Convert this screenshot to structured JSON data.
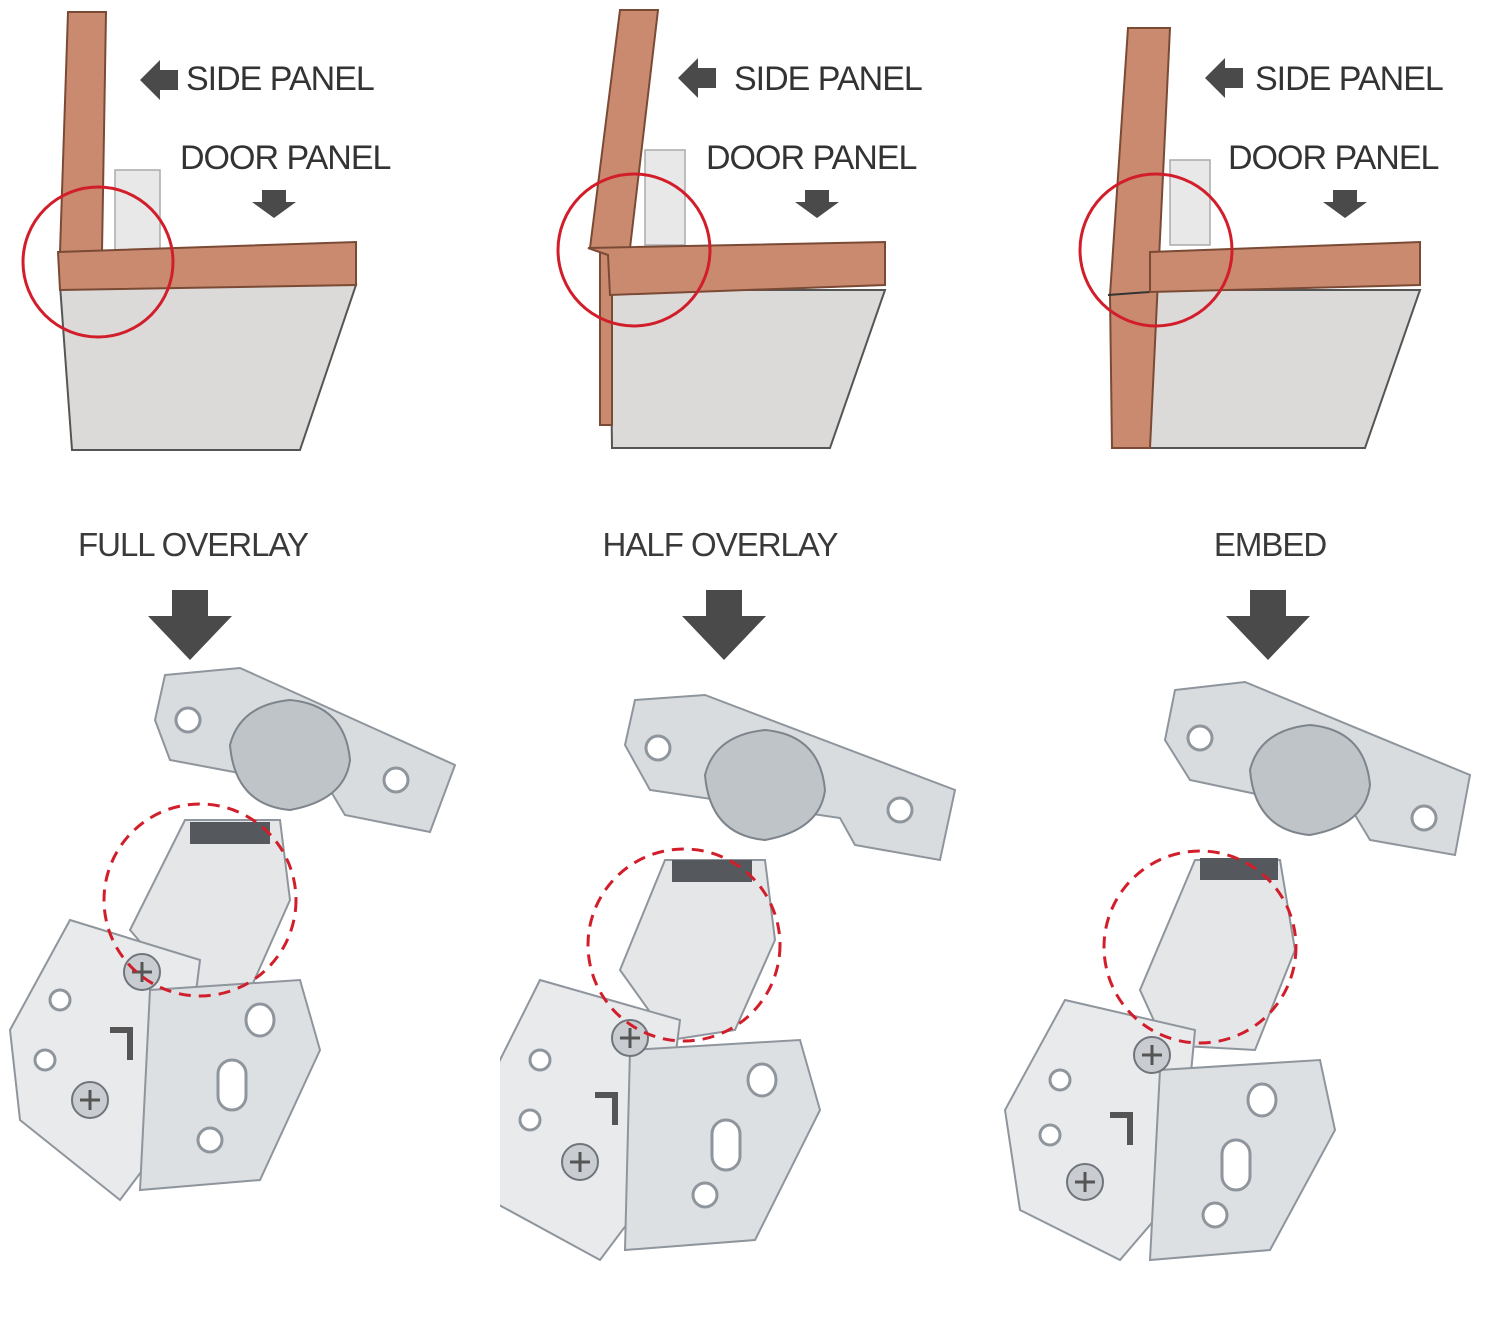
{
  "colors": {
    "wood": "#C98A70",
    "wood_edge": "#7a4a35",
    "panel_face": "#DCDAD8",
    "circle": "#D21E2A",
    "arrow": "#4a4a4a",
    "steel": "#D9DCDF",
    "steel_dark": "#8E959C"
  },
  "panels": [
    {
      "id": "full-overlay",
      "side_label": "SIDE PANEL",
      "door_label": "DOOR PANEL",
      "type_label": "FULL OVERLAY"
    },
    {
      "id": "half-overlay",
      "side_label": "SIDE PANEL",
      "door_label": "DOOR PANEL",
      "type_label": "HALF OVERLAY"
    },
    {
      "id": "embed",
      "side_label": "SIDE PANEL",
      "door_label": "DOOR PANEL",
      "type_label": "EMBED"
    }
  ],
  "icons": [
    "left-arrow-icon",
    "down-arrow-icon",
    "hinge-icon",
    "highlight-circle-icon"
  ]
}
